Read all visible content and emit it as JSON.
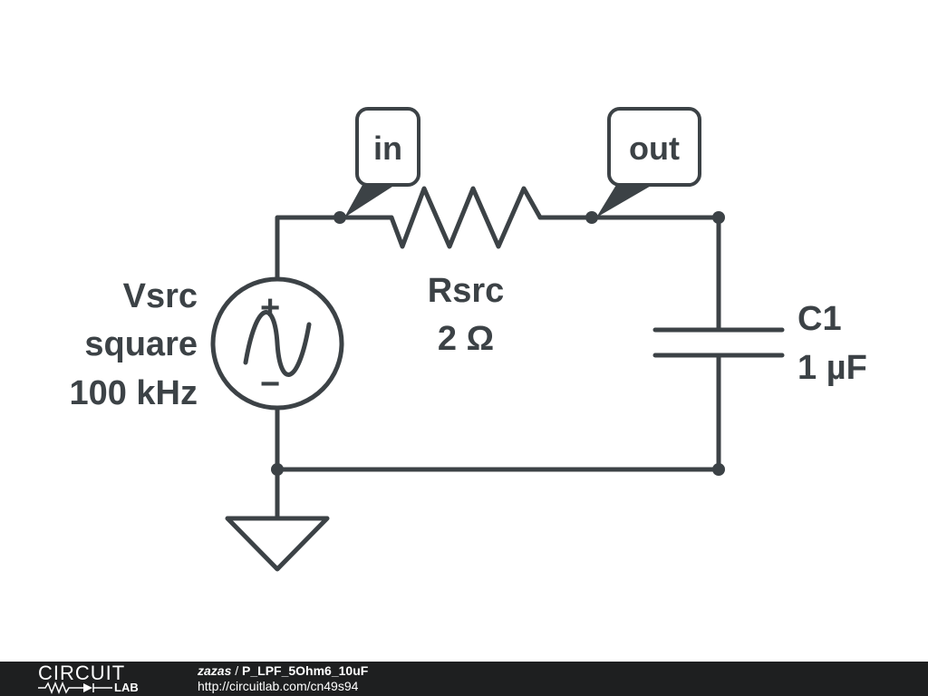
{
  "schematic": {
    "source": {
      "name": "Vsrc",
      "waveform": "square",
      "frequency": "100 kHz",
      "plus_sign": "+",
      "minus_sign": "−"
    },
    "resistor": {
      "name": "Rsrc",
      "value": "2 Ω"
    },
    "capacitor": {
      "name": "C1",
      "value": "1 µF"
    },
    "nets": {
      "in": "in",
      "out": "out"
    },
    "colors": {
      "ink": "#3c4246",
      "footer_bg": "#1e1f20"
    }
  },
  "footer": {
    "logo_word": "CIRCUIT",
    "logo_sub": "LAB",
    "author": "zazas",
    "separator": " / ",
    "title": "P_LPF_5Ohm6_10uF",
    "url": "http://circuitlab.com/cn49s94"
  }
}
